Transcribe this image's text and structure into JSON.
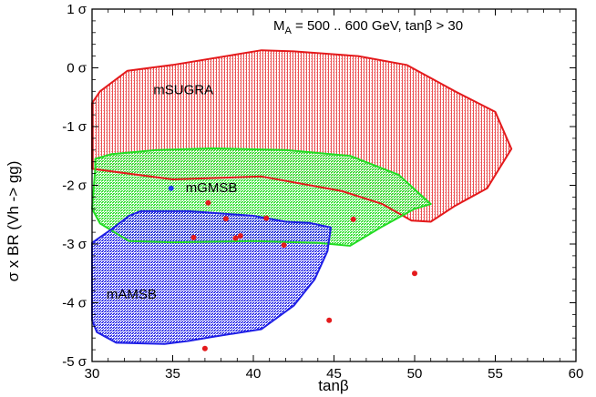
{
  "chart_data": {
    "type": "scatter",
    "title": "",
    "annotation": "M_A = 500 .. 600 GeV, tanβ > 30",
    "annotation_parts": {
      "main": "M",
      "sub": "A",
      "rest": " = 500 .. 600 GeV, tanβ > 30"
    },
    "xlabel": "tanβ",
    "ylabel": "σ x BR (Vh -> gg)",
    "xlim": [
      30,
      60
    ],
    "ylim": [
      -5,
      1
    ],
    "x_ticks": [
      30,
      35,
      40,
      45,
      50,
      55,
      60
    ],
    "x_tick_labels": [
      "30",
      "35",
      "40",
      "45",
      "50",
      "55",
      "60"
    ],
    "y_ticks": [
      1,
      0,
      -1,
      -2,
      -3,
      -4,
      -5
    ],
    "y_tick_labels": [
      "1 σ",
      "0 σ",
      "-1 σ",
      "-2 σ",
      "-3 σ",
      "-4 σ",
      "-5 σ"
    ],
    "grid": false,
    "regions": [
      {
        "name": "mSUGRA",
        "color": "#e41a1c",
        "label_at": [
          33.8,
          -0.45
        ],
        "polygon": [
          [
            30.0,
            -0.6
          ],
          [
            30.5,
            -0.4
          ],
          [
            32.2,
            -0.05
          ],
          [
            35.0,
            0.05
          ],
          [
            40.5,
            0.3
          ],
          [
            42.5,
            0.28
          ],
          [
            46.5,
            0.2
          ],
          [
            49.5,
            0.05
          ],
          [
            52.5,
            -0.4
          ],
          [
            55.0,
            -0.75
          ],
          [
            56.0,
            -1.38
          ],
          [
            54.5,
            -2.05
          ],
          [
            52.5,
            -2.35
          ],
          [
            51.0,
            -2.62
          ],
          [
            49.8,
            -2.6
          ],
          [
            48.0,
            -2.32
          ],
          [
            45.5,
            -2.1
          ],
          [
            40.5,
            -1.85
          ],
          [
            35.0,
            -1.9
          ],
          [
            30.0,
            -1.72
          ]
        ]
      },
      {
        "name": "mGMSB",
        "color": "#22dd22",
        "label_at": [
          35.8,
          -2.12
        ],
        "polygon": [
          [
            30.2,
            -1.55
          ],
          [
            31.2,
            -1.47
          ],
          [
            34.0,
            -1.4
          ],
          [
            37.5,
            -1.37
          ],
          [
            42.0,
            -1.4
          ],
          [
            46.0,
            -1.5
          ],
          [
            49.0,
            -1.82
          ],
          [
            51.0,
            -2.32
          ],
          [
            50.0,
            -2.4
          ],
          [
            48.0,
            -2.7
          ],
          [
            46.0,
            -3.03
          ],
          [
            44.0,
            -2.98
          ],
          [
            40.0,
            -2.95
          ],
          [
            35.0,
            -2.97
          ],
          [
            32.3,
            -2.95
          ],
          [
            30.5,
            -2.65
          ],
          [
            30.0,
            -2.4
          ],
          [
            30.2,
            -1.72
          ]
        ]
      },
      {
        "name": "mAMSB",
        "color": "#1e1ee6",
        "label_at": [
          30.9,
          -3.93
        ],
        "polygon": [
          [
            30.0,
            -2.98
          ],
          [
            31.2,
            -2.75
          ],
          [
            32.3,
            -2.52
          ],
          [
            33.0,
            -2.44
          ],
          [
            36.0,
            -2.44
          ],
          [
            40.0,
            -2.52
          ],
          [
            42.0,
            -2.62
          ],
          [
            43.5,
            -2.64
          ],
          [
            44.8,
            -2.72
          ],
          [
            44.6,
            -3.12
          ],
          [
            43.8,
            -3.6
          ],
          [
            42.5,
            -4.05
          ],
          [
            40.5,
            -4.45
          ],
          [
            37.5,
            -4.58
          ],
          [
            36.0,
            -4.65
          ],
          [
            34.5,
            -4.7
          ],
          [
            31.5,
            -4.68
          ],
          [
            30.3,
            -4.5
          ],
          [
            30.0,
            -4.3
          ]
        ]
      }
    ],
    "points": [
      {
        "x": 34.9,
        "y": -2.05,
        "color": "#1e3cf0"
      },
      {
        "x": 37.2,
        "y": -2.3,
        "color": "#e41a1c"
      },
      {
        "x": 38.3,
        "y": -2.57,
        "color": "#e41a1c"
      },
      {
        "x": 40.8,
        "y": -2.56,
        "color": "#e41a1c"
      },
      {
        "x": 46.2,
        "y": -2.58,
        "color": "#e41a1c"
      },
      {
        "x": 36.3,
        "y": -2.89,
        "color": "#e41a1c"
      },
      {
        "x": 38.9,
        "y": -2.9,
        "color": "#e41a1c"
      },
      {
        "x": 39.2,
        "y": -2.86,
        "color": "#e41a1c"
      },
      {
        "x": 41.9,
        "y": -3.02,
        "color": "#e41a1c"
      },
      {
        "x": 50.0,
        "y": -3.5,
        "color": "#e41a1c"
      },
      {
        "x": 44.7,
        "y": -4.3,
        "color": "#e41a1c"
      },
      {
        "x": 37.0,
        "y": -4.78,
        "color": "#e41a1c"
      }
    ]
  }
}
